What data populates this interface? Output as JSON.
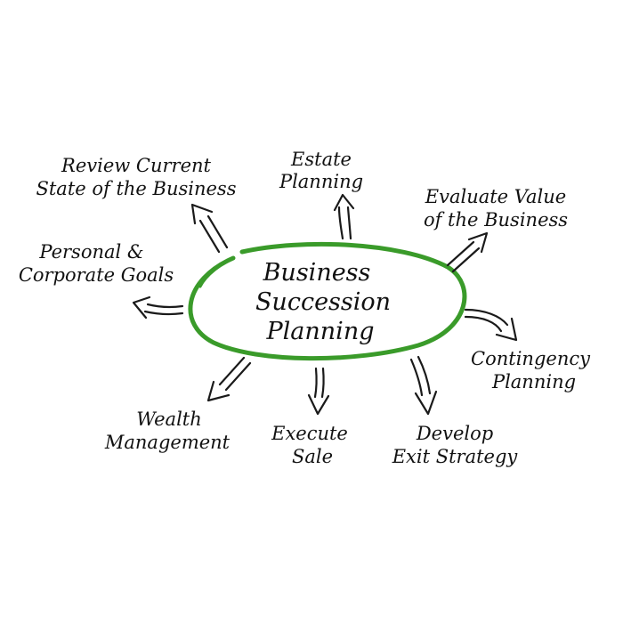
{
  "diagram": {
    "center": {
      "lines": [
        "Business",
        "Succession",
        "Planning"
      ],
      "ring_color": "#3a9b2a"
    },
    "nodes": [
      {
        "id": "review",
        "lines": [
          "Review Current",
          "State of the Business"
        ]
      },
      {
        "id": "estate",
        "lines": [
          "Estate",
          "Planning"
        ]
      },
      {
        "id": "evaluate",
        "lines": [
          "Evaluate Value",
          "of the Business"
        ]
      },
      {
        "id": "personal",
        "lines": [
          "Personal &",
          "Corporate Goals"
        ]
      },
      {
        "id": "contingency",
        "lines": [
          "Contingency",
          "Planning"
        ]
      },
      {
        "id": "wealth",
        "lines": [
          "Wealth",
          "Management"
        ]
      },
      {
        "id": "execute",
        "lines": [
          "Execute",
          "Sale"
        ]
      },
      {
        "id": "develop",
        "lines": [
          "Develop",
          "Exit Strategy"
        ]
      }
    ],
    "arrow_color": "#1a1a1a"
  }
}
